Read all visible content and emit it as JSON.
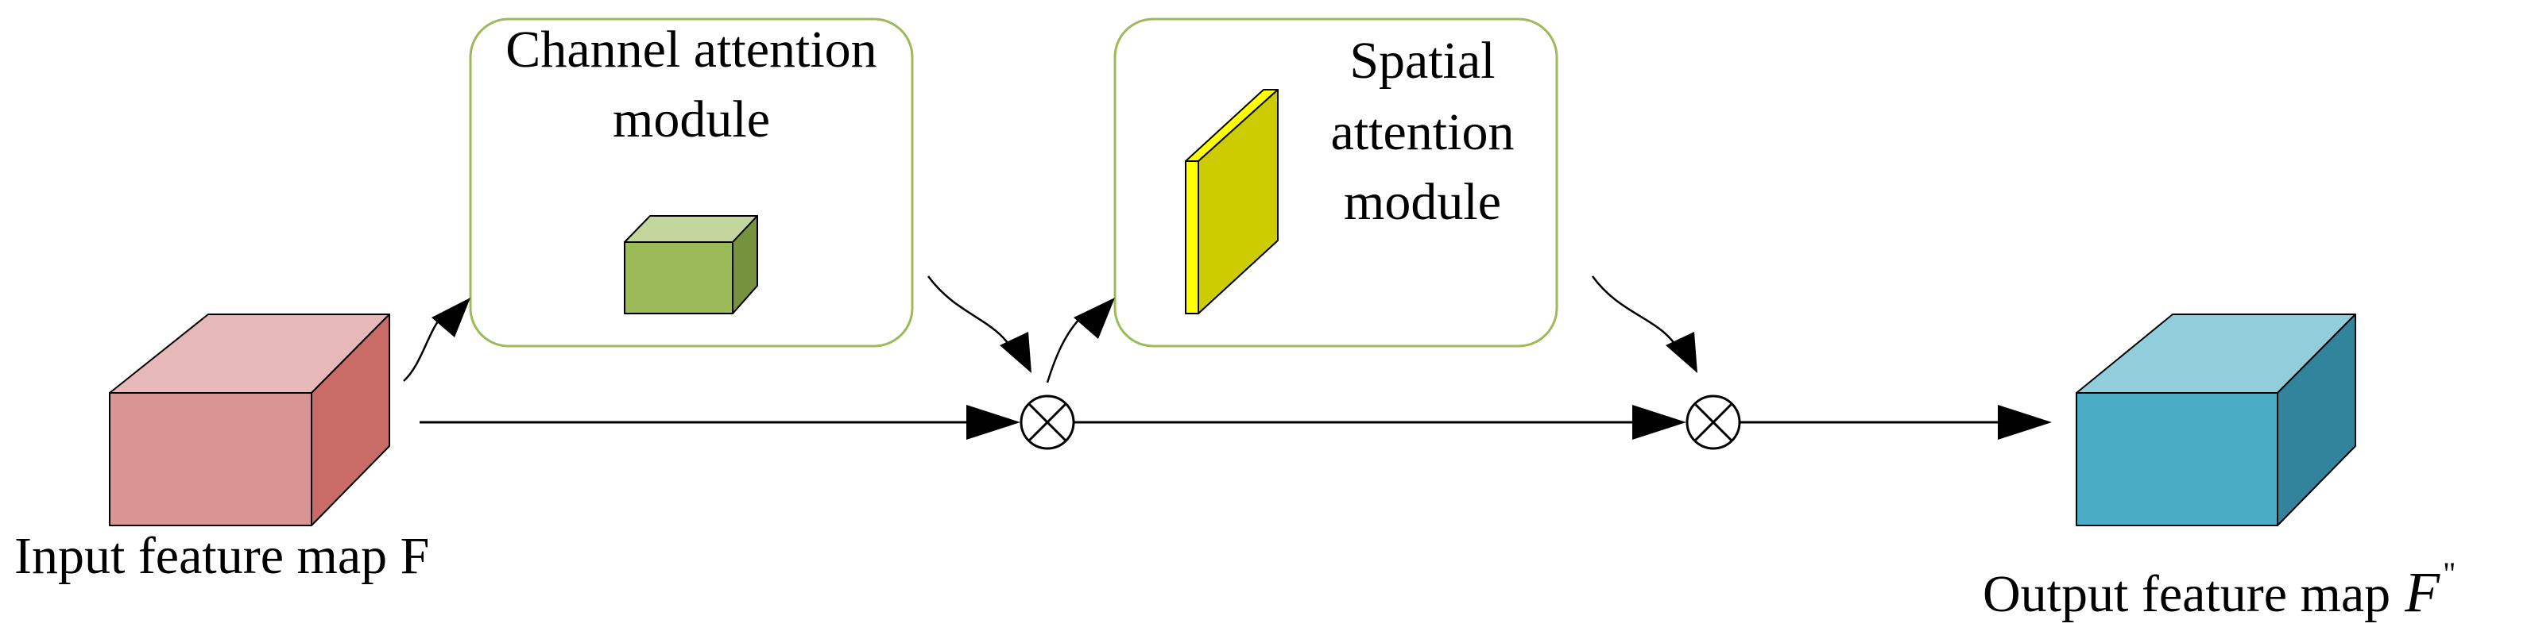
{
  "input": {
    "label": "Input feature map F",
    "colors": {
      "front": "#d99594",
      "top": "#e6b9b8",
      "side": "#c96b66"
    }
  },
  "channel_module": {
    "line1": "Channel attention",
    "line2": "module",
    "box_color": "#9bbb59",
    "colors": {
      "front": "#9bbb59",
      "top": "#c3d69b",
      "side": "#76923c"
    }
  },
  "spatial_module": {
    "line1": "Spatial",
    "line2": "attention",
    "line3": "module",
    "box_color": "#9bbb59",
    "colors": {
      "front": "#cccc00",
      "top": "#ffff00",
      "side": "#ffff00"
    }
  },
  "output": {
    "label": "Output feature map",
    "symbol": "F",
    "superscript": "\"",
    "colors": {
      "front": "#4bacc6",
      "top": "#92cddc",
      "side": "#31849b"
    }
  },
  "operators": [
    {
      "name": "multiply-operator-1",
      "icon": "circle-times-icon"
    },
    {
      "name": "multiply-operator-2",
      "icon": "circle-times-icon"
    }
  ]
}
